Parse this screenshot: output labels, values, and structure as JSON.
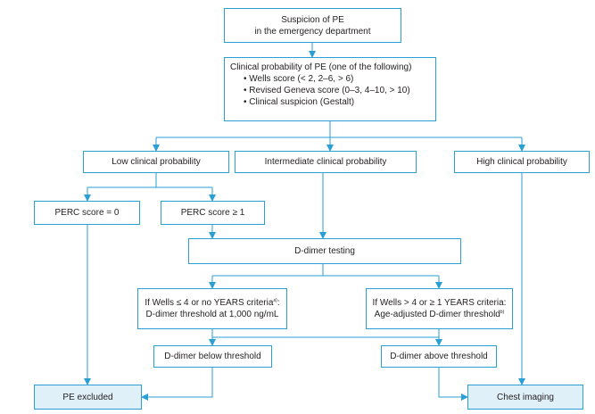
{
  "nodes": {
    "suspicion": {
      "line1": "Suspicion of PE",
      "line2": "in the emergency department"
    },
    "clinical": {
      "title": "Clinical probability of PE (one of the following)",
      "items": [
        "• Wells score (< 2, 2–6, > 6)",
        "• Revised Geneva score (0–3, 4–10, > 10)",
        "• Clinical suspicion (Gestalt)"
      ]
    },
    "low": "Low clinical probability",
    "intermediate": "Intermediate clinical probability",
    "high": "High clinical probability",
    "perc0": "PERC score = 0",
    "perc1": "PERC score  ≥ 1",
    "ddimer": "D-dimer testing",
    "wells_le4": {
      "line1": "If Wells  ≤ 4 or no YEARS criteria",
      "sup": "a)",
      "line2": "D-dimer threshold at 1,000 ng/mL"
    },
    "wells_gt4": {
      "line1": "If Wells  > 4 or  ≥ 1 YEARS criteria:",
      "line2": "Age-adjusted D-dimer threshold",
      "sup": "b)"
    },
    "below": "D-dimer below threshold",
    "above": "D-dimer above threshold",
    "excluded": "PE excluded",
    "imaging": "Chest imaging"
  },
  "colors": {
    "accent": "#2a9fd6",
    "fill": "#dff0f8"
  }
}
